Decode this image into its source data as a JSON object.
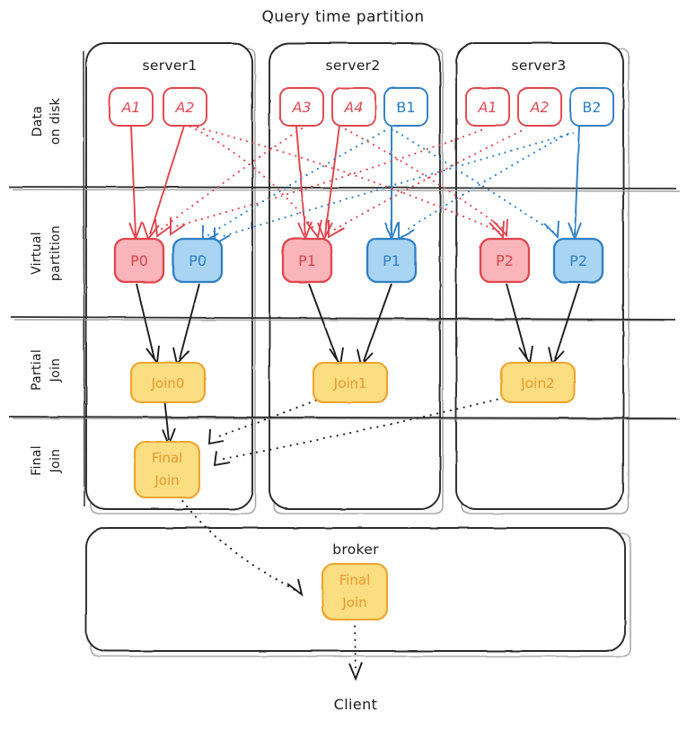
{
  "title": "Query time partition",
  "client_label": "Client",
  "row_labels": [
    {
      "id": "data-on-disk",
      "line1": "Data",
      "line2": "on disk"
    },
    {
      "id": "virtual-partition",
      "line1": "Virtual",
      "line2": "partition"
    },
    {
      "id": "partial-join",
      "line1": "Partial",
      "line2": "Join"
    },
    {
      "id": "final-join",
      "line1": "Final",
      "line2": "Join"
    }
  ],
  "servers": [
    {
      "name": "server1",
      "disk_segments": [
        {
          "label": "A1",
          "color": "red"
        },
        {
          "label": "A2",
          "color": "red"
        }
      ],
      "virtual_partitions": [
        {
          "label": "P0",
          "color": "red"
        },
        {
          "label": "P0",
          "color": "blue"
        }
      ],
      "partial_join": "Join0",
      "final_join_line1": "Final",
      "final_join_line2": "Join"
    },
    {
      "name": "server2",
      "disk_segments": [
        {
          "label": "A3",
          "color": "red"
        },
        {
          "label": "A4",
          "color": "red"
        },
        {
          "label": "B1",
          "color": "blue"
        }
      ],
      "virtual_partitions": [
        {
          "label": "P1",
          "color": "red"
        },
        {
          "label": "P1",
          "color": "blue"
        }
      ],
      "partial_join": "Join1",
      "final_join_line1": "",
      "final_join_line2": ""
    },
    {
      "name": "server3",
      "disk_segments": [
        {
          "label": "A1",
          "color": "red"
        },
        {
          "label": "A2",
          "color": "red"
        },
        {
          "label": "B2",
          "color": "blue"
        }
      ],
      "virtual_partitions": [
        {
          "label": "P2",
          "color": "red"
        },
        {
          "label": "P2",
          "color": "blue"
        }
      ],
      "partial_join": "Join2",
      "final_join_line1": "",
      "final_join_line2": ""
    }
  ],
  "broker": {
    "name": "broker",
    "final_join_line1": "Final",
    "final_join_line2": "Join"
  },
  "colors": {
    "red_stroke": "#e0454d",
    "red_fill": "#f9b5ba",
    "blue_stroke": "#2f7fc4",
    "blue_fill": "#a9d4f2",
    "yellow_fill": "#fbdd82",
    "yellow_stroke": "#eda32e",
    "ink": "#1b1b1b"
  }
}
